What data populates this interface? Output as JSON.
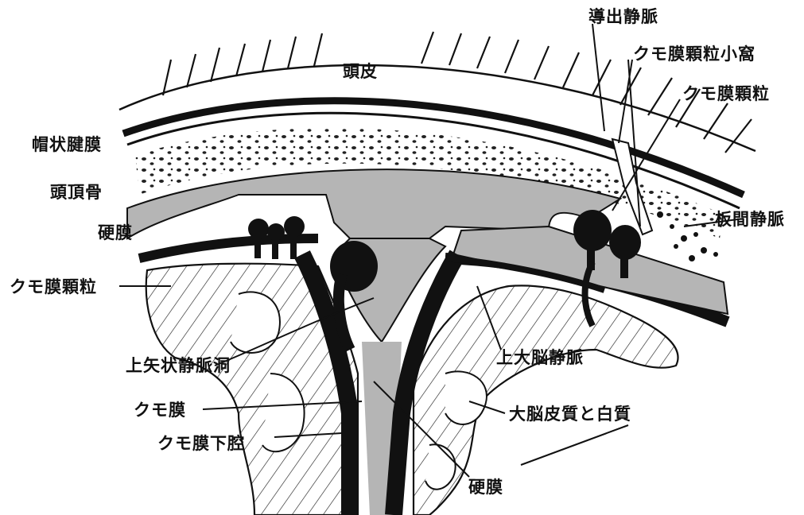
{
  "diagram": {
    "labels": {
      "scalp": "頭皮",
      "galea": "帽状腱膜",
      "parietal_bone": "頭頂骨",
      "dura_left": "硬膜",
      "arachnoid_granulation_left": "クモ膜顆粒",
      "superior_sagittal_sinus": "上矢状静脈洞",
      "arachnoid": "クモ膜",
      "subarachnoid_space": "クモ膜下腔",
      "dura_bottom": "硬膜",
      "emissary_vein": "導出静脈",
      "granular_foveola": "クモ膜顆粒小窩",
      "arachnoid_granulation_right": "クモ膜顆粒",
      "diploic_vein": "板間静脈",
      "superior_cerebral_vein": "上大脳静脈",
      "cortex_white_matter": "大脳皮質と白質"
    },
    "colors": {
      "ink": "#111111",
      "bone_gray": "#b5b5b5",
      "paper": "#ffffff"
    }
  }
}
